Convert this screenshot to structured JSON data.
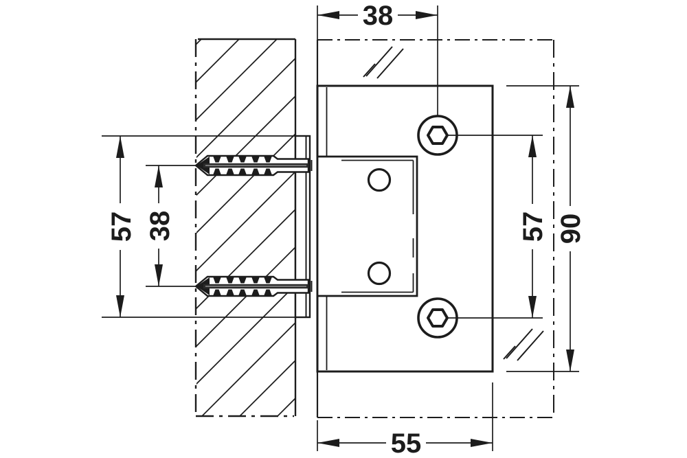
{
  "drawing": {
    "dimensions": {
      "top_width": {
        "value": "38",
        "orientation": "horizontal",
        "position": "top"
      },
      "bottom_width": {
        "value": "55",
        "orientation": "horizontal",
        "position": "bottom"
      },
      "left_outer": {
        "value": "57",
        "orientation": "vertical",
        "position": "left"
      },
      "left_inner": {
        "value": "38",
        "orientation": "vertical",
        "position": "left"
      },
      "right_inner": {
        "value": "57",
        "orientation": "vertical",
        "position": "right"
      },
      "right_outer": {
        "value": "90",
        "orientation": "vertical",
        "position": "right"
      }
    },
    "colors": {
      "line": "#1c1c1c",
      "background": "#ffffff",
      "screw-core": "#8f8f8f"
    }
  }
}
